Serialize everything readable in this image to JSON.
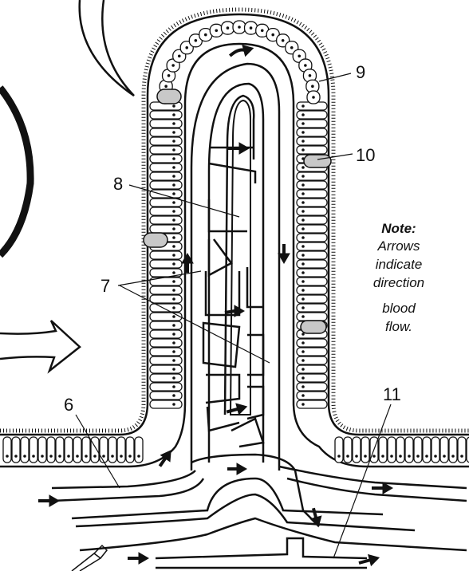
{
  "labels": {
    "l6": "6",
    "l7": "7",
    "l8": "8",
    "l9": "9",
    "l10": "10",
    "l11": "11"
  },
  "note": {
    "heading": "Note:",
    "lines": [
      "Arrows",
      "indicate",
      "direction",
      "blood",
      "flow."
    ]
  },
  "colors": {
    "ink": "#111111",
    "goblet_fill": "#c8c8c8",
    "background": "#ffffff"
  }
}
